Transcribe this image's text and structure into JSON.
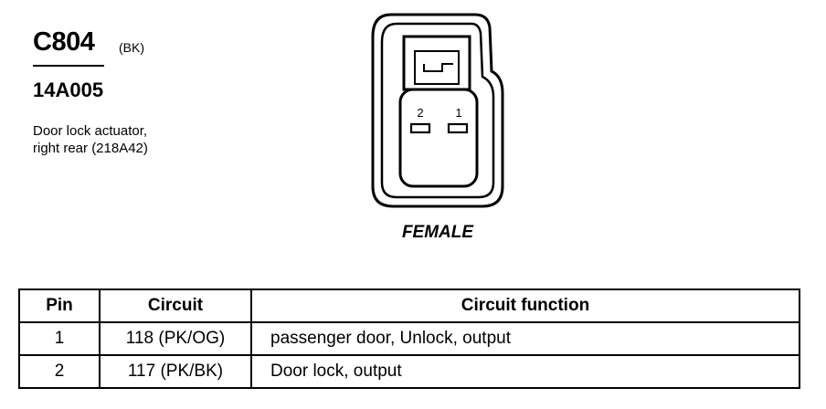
{
  "header": {
    "connector_code": "C804",
    "connector_color": "(BK)",
    "part_number": "14A005",
    "description_line1": "Door lock actuator,",
    "description_line2": "right rear (218A42)"
  },
  "connector": {
    "pin_labels": [
      "2",
      "1"
    ],
    "gender_label": "FEMALE"
  },
  "pin_table": {
    "headers": [
      "Pin",
      "Circuit",
      "Circuit function"
    ],
    "rows": [
      {
        "pin": "1",
        "circuit": "118 (PK/OG)",
        "function": "passenger door, Unlock, output"
      },
      {
        "pin": "2",
        "circuit": "117 (PK/BK)",
        "function": "Door lock, output"
      }
    ]
  }
}
